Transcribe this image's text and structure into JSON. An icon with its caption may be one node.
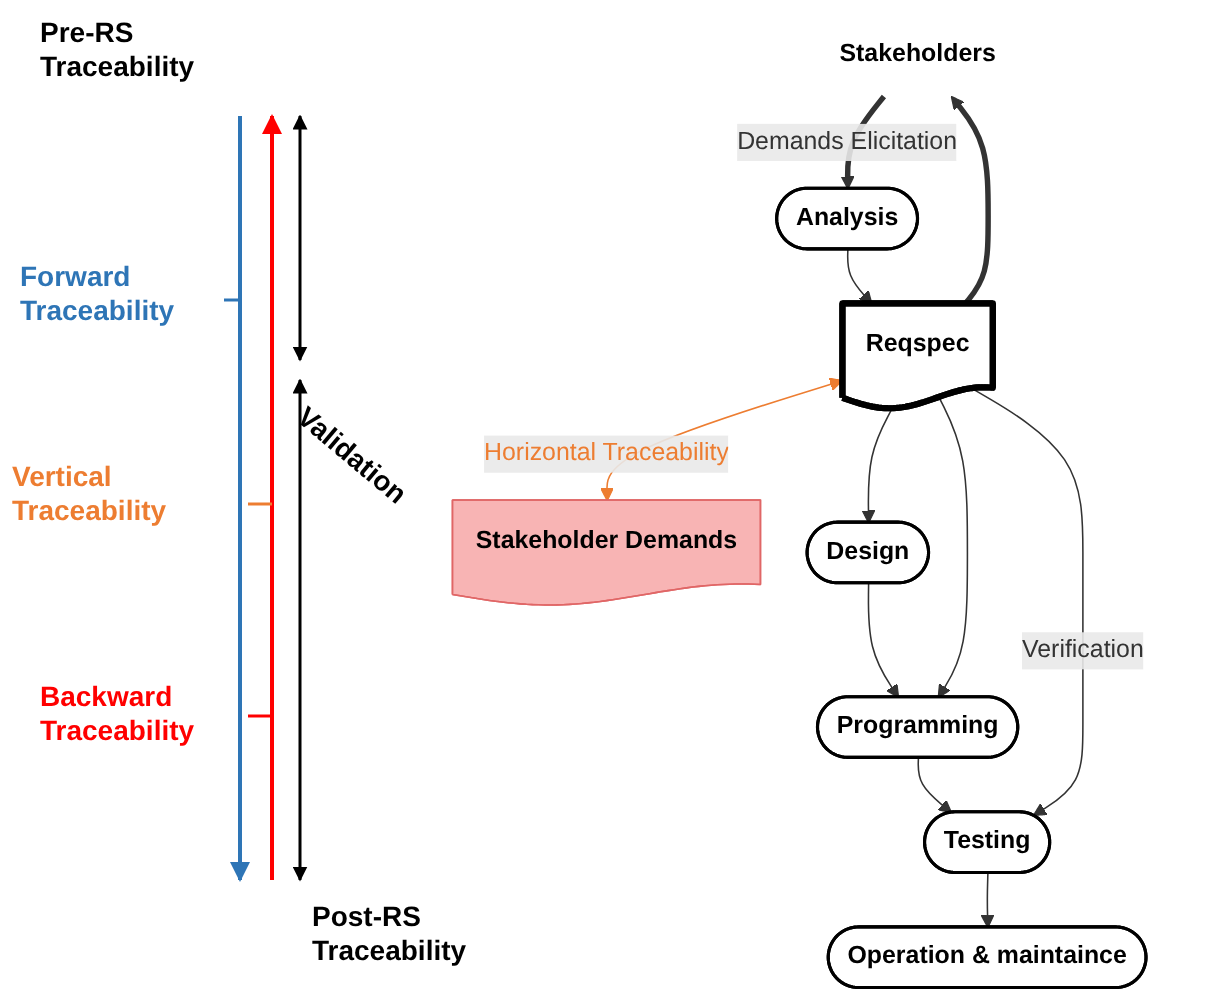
{
  "diagram": {
    "nodes": [
      {
        "text": [
          "Stakeholders"
        ]
      },
      {
        "text": [
          "Analysis"
        ]
      },
      {
        "text": [
          "Reqspec"
        ]
      },
      {
        "text": [
          "Stakeholder Demands"
        ]
      },
      {
        "text": [
          "Design"
        ]
      },
      {
        "text": [
          "Programming"
        ]
      },
      {
        "text": [
          "Testing"
        ]
      },
      {
        "text": [
          "Operation & maintaince"
        ]
      }
    ],
    "edges": [
      {
        "from": 0,
        "to": 1,
        "arrow": "to",
        "label": "Demands Elicitation",
        "style": "thick"
      },
      {
        "from": 1,
        "to": 2,
        "arrow": "to"
      },
      {
        "from": 2,
        "to": 0,
        "arrow": "to",
        "style": "thick"
      },
      {
        "from": 2,
        "to": 3,
        "arrow": "both",
        "label": "Horizontal Traceability",
        "color": "#ed7d31"
      },
      {
        "from": 2,
        "to": 4,
        "arrow": "to"
      },
      {
        "from": 4,
        "to": 5,
        "arrow": "to"
      },
      {
        "from": 5,
        "to": 6,
        "arrow": "to"
      },
      {
        "from": 6,
        "to": 7,
        "arrow": "to"
      },
      {
        "from": 2,
        "to": 5,
        "arrow": "to"
      },
      {
        "from": 2,
        "to": 6,
        "arrow": "to",
        "label": "Verification"
      }
    ],
    "labels": [
      "Pre-RS Traceability",
      "Forward Traceability",
      "Vertical Traceability",
      "Validation",
      "Backward Traceability",
      "Post-RS Traceability"
    ]
  }
}
